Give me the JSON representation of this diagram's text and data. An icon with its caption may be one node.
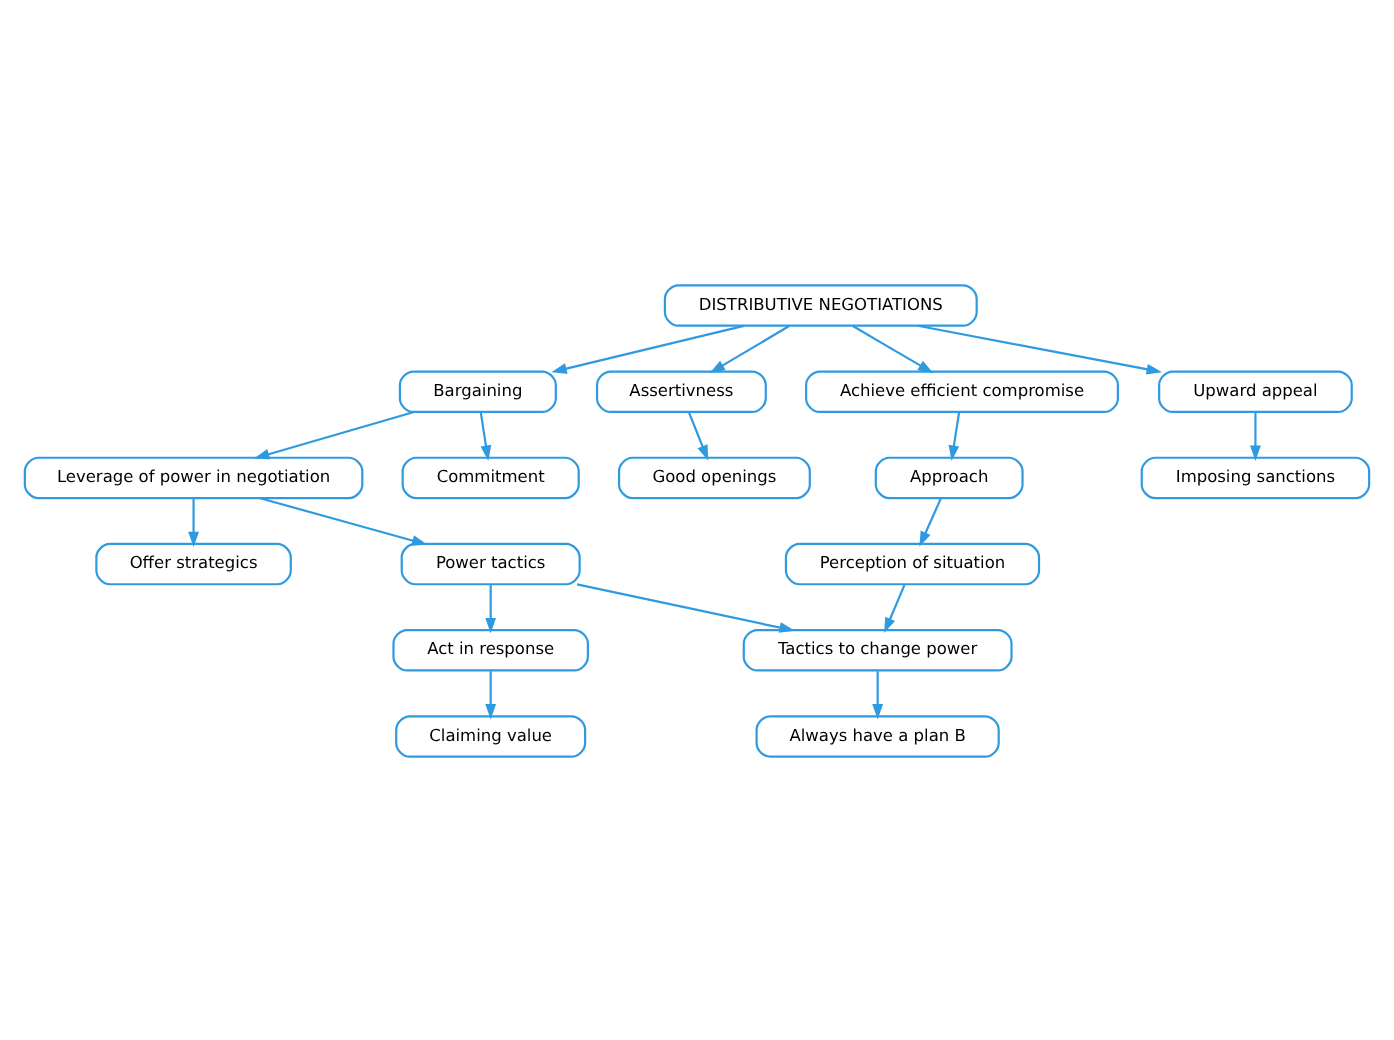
{
  "diagram": {
    "nodes": [
      {
        "text": [
          "DISTRIBUTIVE NEGOTIATIONS"
        ]
      },
      {
        "text": [
          "Bargaining"
        ]
      },
      {
        "text": [
          "Assertivness"
        ]
      },
      {
        "text": [
          "Achieve efficient compromise"
        ]
      },
      {
        "text": [
          "Upward appeal"
        ]
      },
      {
        "text": [
          "Good openings"
        ]
      },
      {
        "text": [
          "Commitment"
        ]
      },
      {
        "text": [
          "Approach"
        ]
      },
      {
        "text": [
          "Imposing sanctions"
        ]
      },
      {
        "text": [
          "Perception of situation"
        ]
      },
      {
        "text": [
          "Leverage of power in negotiation"
        ]
      },
      {
        "text": [
          "Power tactics"
        ]
      },
      {
        "text": [
          "Offer strategics"
        ]
      },
      {
        "text": [
          "Tactics to change power"
        ]
      },
      {
        "text": [
          "Claiming value"
        ]
      },
      {
        "text": [
          "Act in response"
        ]
      },
      {
        "text": [
          "Always have a plan B"
        ]
      }
    ],
    "edges": [
      {
        "from": 0,
        "to": 1,
        "arrow": "to"
      },
      {
        "from": 0,
        "to": 2,
        "arrow": "to"
      },
      {
        "from": 0,
        "to": 3,
        "arrow": "to"
      },
      {
        "from": 0,
        "to": 4,
        "arrow": "to"
      },
      {
        "from": 2,
        "to": 5,
        "arrow": "to"
      },
      {
        "from": 1,
        "to": 6,
        "arrow": "to"
      },
      {
        "from": 4,
        "to": 8,
        "arrow": "to"
      },
      {
        "from": 3,
        "to": 7,
        "arrow": "to"
      },
      {
        "from": 1,
        "to": 10,
        "arrow": "to"
      },
      {
        "from": 7,
        "to": 9,
        "arrow": "to"
      },
      {
        "from": 10,
        "to": 11,
        "arrow": "to"
      },
      {
        "from": 10,
        "to": 12,
        "arrow": "to"
      },
      {
        "from": 11,
        "to": 13,
        "arrow": "to"
      },
      {
        "from": 9,
        "to": 13,
        "arrow": "to"
      },
      {
        "from": 11,
        "to": 15,
        "arrow": "to"
      },
      {
        "from": 15,
        "to": 14,
        "arrow": "to"
      },
      {
        "from": 13,
        "to": 16,
        "arrow": "to"
      }
    ]
  }
}
